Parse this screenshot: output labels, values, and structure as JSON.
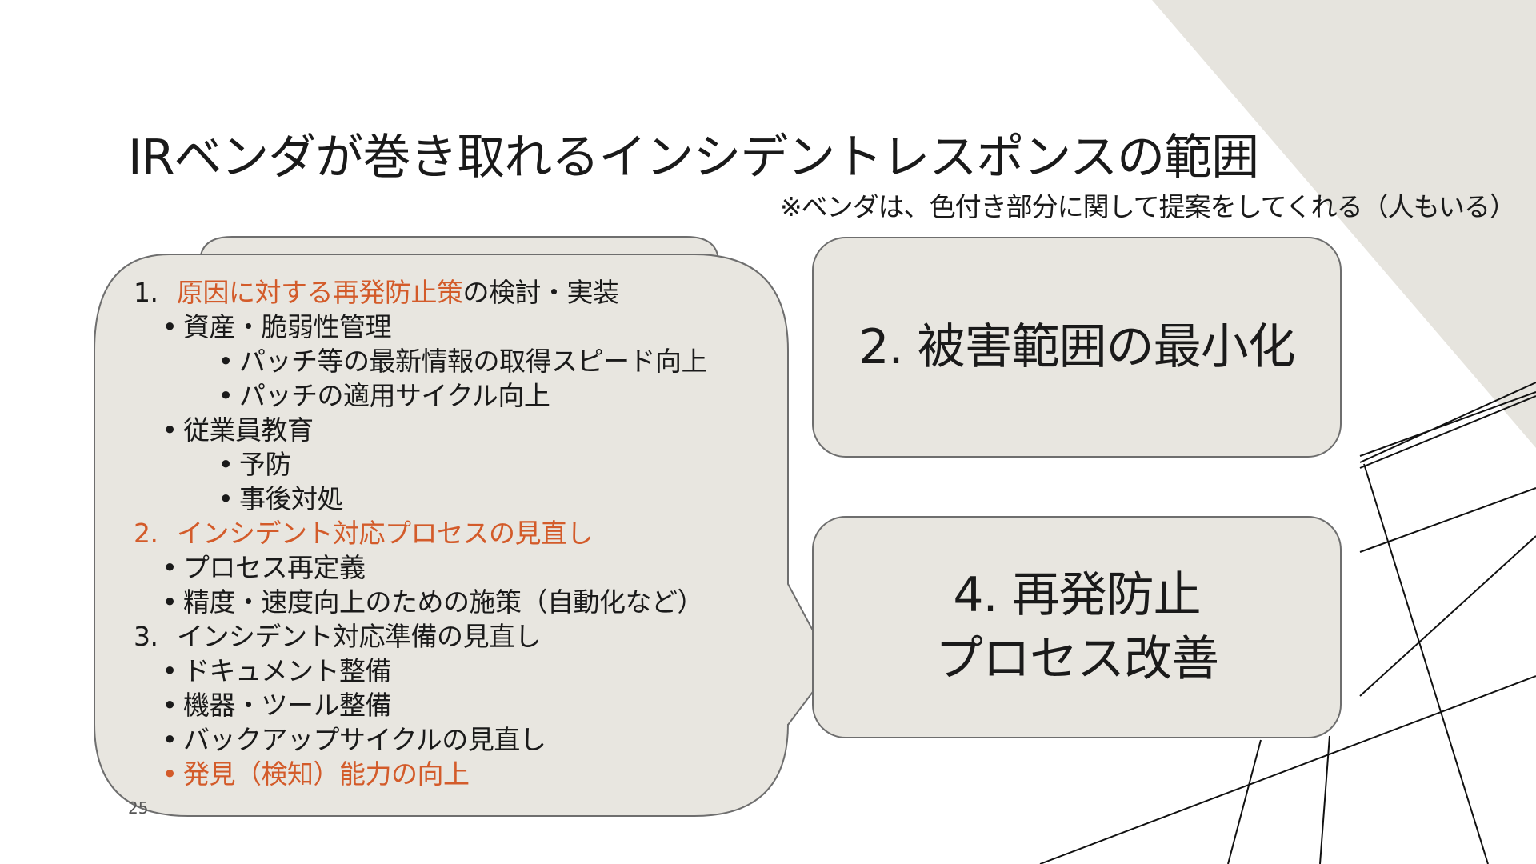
{
  "slide": {
    "title": "IRベンダが巻き取れるインシデントレスポンスの範囲",
    "note": "※ベンダは、色付き部分に関して提案をしてくれる（人もいる）",
    "page_number": "25"
  },
  "callout": {
    "items": [
      {
        "level": 0,
        "num": "1.",
        "parts": [
          {
            "text": "原因に対する再発防止策",
            "hl": true
          },
          {
            "text": "の検討・実装",
            "hl": false
          }
        ]
      },
      {
        "level": 1,
        "parts": [
          {
            "text": "資産・脆弱性管理",
            "hl": false
          }
        ]
      },
      {
        "level": 2,
        "parts": [
          {
            "text": "パッチ等の最新情報の取得スピード向上",
            "hl": false
          }
        ]
      },
      {
        "level": 2,
        "parts": [
          {
            "text": "パッチの適用サイクル向上",
            "hl": false
          }
        ]
      },
      {
        "level": 1,
        "parts": [
          {
            "text": "従業員教育",
            "hl": false
          }
        ]
      },
      {
        "level": 2,
        "parts": [
          {
            "text": "予防",
            "hl": false
          }
        ]
      },
      {
        "level": 2,
        "parts": [
          {
            "text": "事後対処",
            "hl": false
          }
        ]
      },
      {
        "level": 0,
        "num": "2.",
        "num_hl": true,
        "parts": [
          {
            "text": "インシデント対応プロセスの見直し",
            "hl": true
          }
        ]
      },
      {
        "level": 1,
        "parts": [
          {
            "text": "プロセス再定義",
            "hl": false
          }
        ]
      },
      {
        "level": 1,
        "parts": [
          {
            "text": "精度・速度向上のための施策（自動化など）",
            "hl": false
          }
        ]
      },
      {
        "level": 0,
        "num": "3.",
        "parts": [
          {
            "text": "インシデント対応準備の見直し",
            "hl": false
          }
        ]
      },
      {
        "level": 1,
        "parts": [
          {
            "text": "ドキュメント整備",
            "hl": false
          }
        ]
      },
      {
        "level": 1,
        "parts": [
          {
            "text": "機器・ツール整備",
            "hl": false
          }
        ]
      },
      {
        "level": 1,
        "parts": [
          {
            "text": "バックアップサイクルの見直し",
            "hl": false
          }
        ]
      },
      {
        "level": 1,
        "bullet_hl": true,
        "parts": [
          {
            "text": "発見（検知）能力の向上",
            "hl": true
          }
        ]
      }
    ]
  },
  "boxes": {
    "damage": {
      "lines": [
        "2. 被害範囲の最小化"
      ]
    },
    "prevent": {
      "lines": [
        "4. 再発防止",
        "プロセス改善"
      ]
    }
  },
  "colors": {
    "highlight": "#d35b2a",
    "box_fill": "#e8e6e0",
    "box_border": "#6e6e6e",
    "bg_shape": "#e6e4de"
  }
}
